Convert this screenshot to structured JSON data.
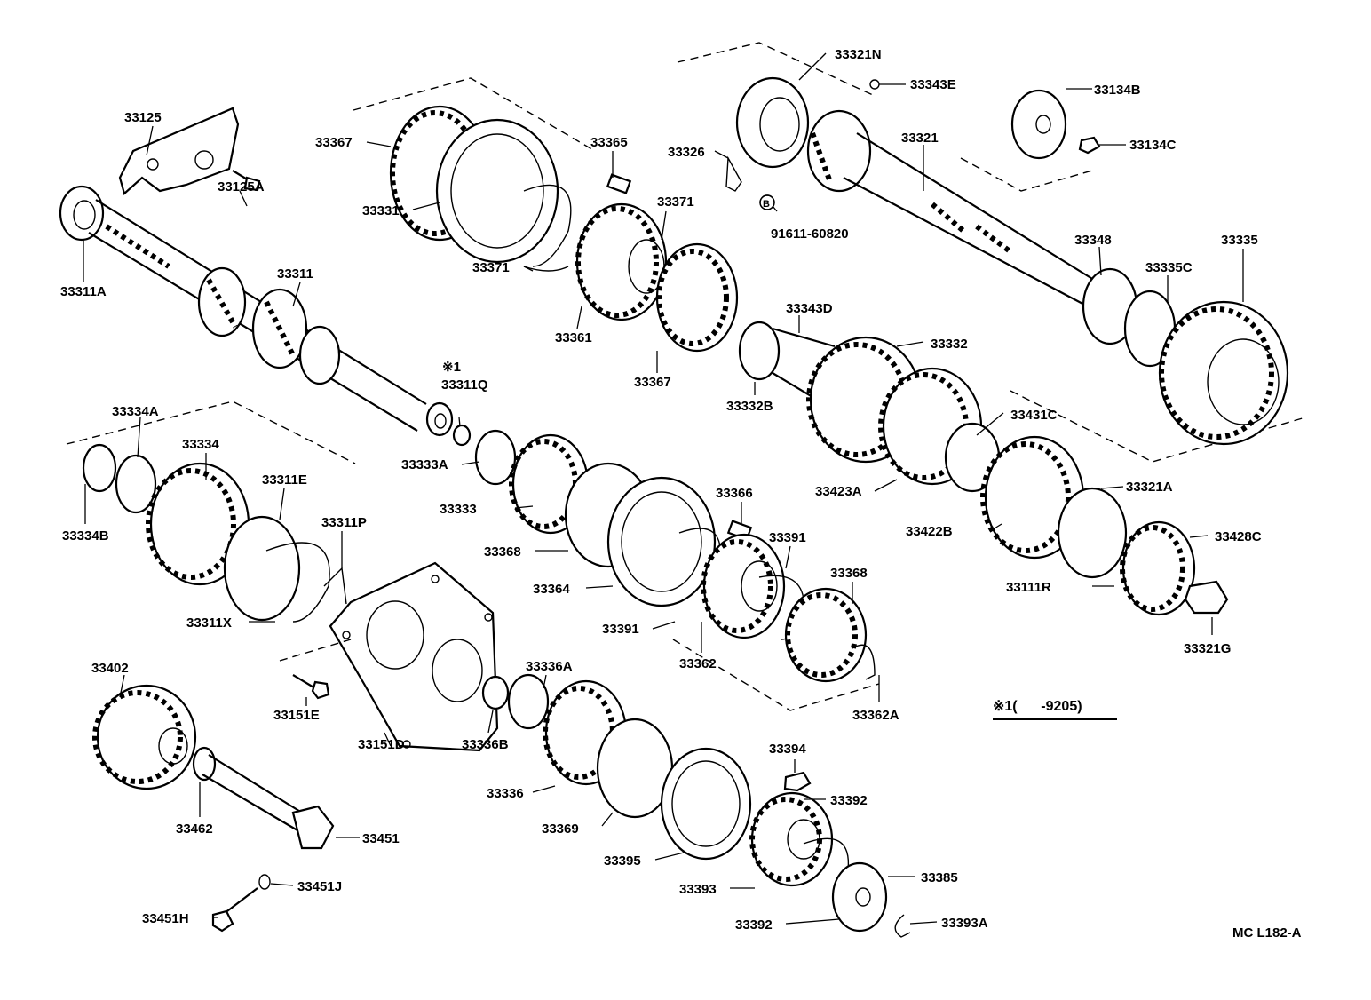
{
  "diagram_code": "MC L182-A",
  "note": {
    "mark": "※1",
    "text": "※1(      -9205)"
  },
  "labels": {
    "p33125": "33125",
    "p33125A": "33125A",
    "p33311A": "33311A",
    "p33311": "33311",
    "p33367_top": "33367",
    "p33331": "33331",
    "p33365": "33365",
    "p33371_top": "33371",
    "p33371_left": "33371",
    "p33361": "33361",
    "p33367_mid": "33367",
    "p33326": "33326",
    "p91611": "91611-60820",
    "p33321N": "33321N",
    "p33343E": "33343E",
    "p33134B": "33134B",
    "p33134C": "33134C",
    "p33321": "33321",
    "p33348": "33348",
    "p33335C": "33335C",
    "p33335": "33335",
    "p33343D": "33343D",
    "p33332": "33332",
    "p33332B": "33332B",
    "p1mark": "※1",
    "p33311Q": "33311Q",
    "p33431C": "33431C",
    "p33423A": "33423A",
    "p33321A": "33321A",
    "p33422B": "33422B",
    "p33428C": "33428C",
    "p33111R": "33111R",
    "p33321G": "33321G",
    "p33334A": "33334A",
    "p33334": "33334",
    "p33311E": "33311E",
    "p33311P": "33311P",
    "p33334B": "33334B",
    "p33311X": "33311X",
    "p33333A": "33333A",
    "p33333": "33333",
    "p33368_left": "33368",
    "p33364": "33364",
    "p33366": "33366",
    "p33391_top": "33391",
    "p33391_left": "33391",
    "p33362": "33362",
    "p33368_right": "33368",
    "p33362A": "33362A",
    "p33402": "33402",
    "p33151E": "33151E",
    "p33151D": "33151D",
    "p33336A": "33336A",
    "p33336B": "33336B",
    "p33462": "33462",
    "p33451": "33451",
    "p33451J": "33451J",
    "p33451H": "33451H",
    "p33336": "33336",
    "p33369": "33369",
    "p33395": "33395",
    "p33394": "33394",
    "p33392_top": "33392",
    "p33393": "33393",
    "p33385": "33385",
    "p33392_bot": "33392",
    "p33393A": "33393A",
    "bolt_mark": "B"
  }
}
